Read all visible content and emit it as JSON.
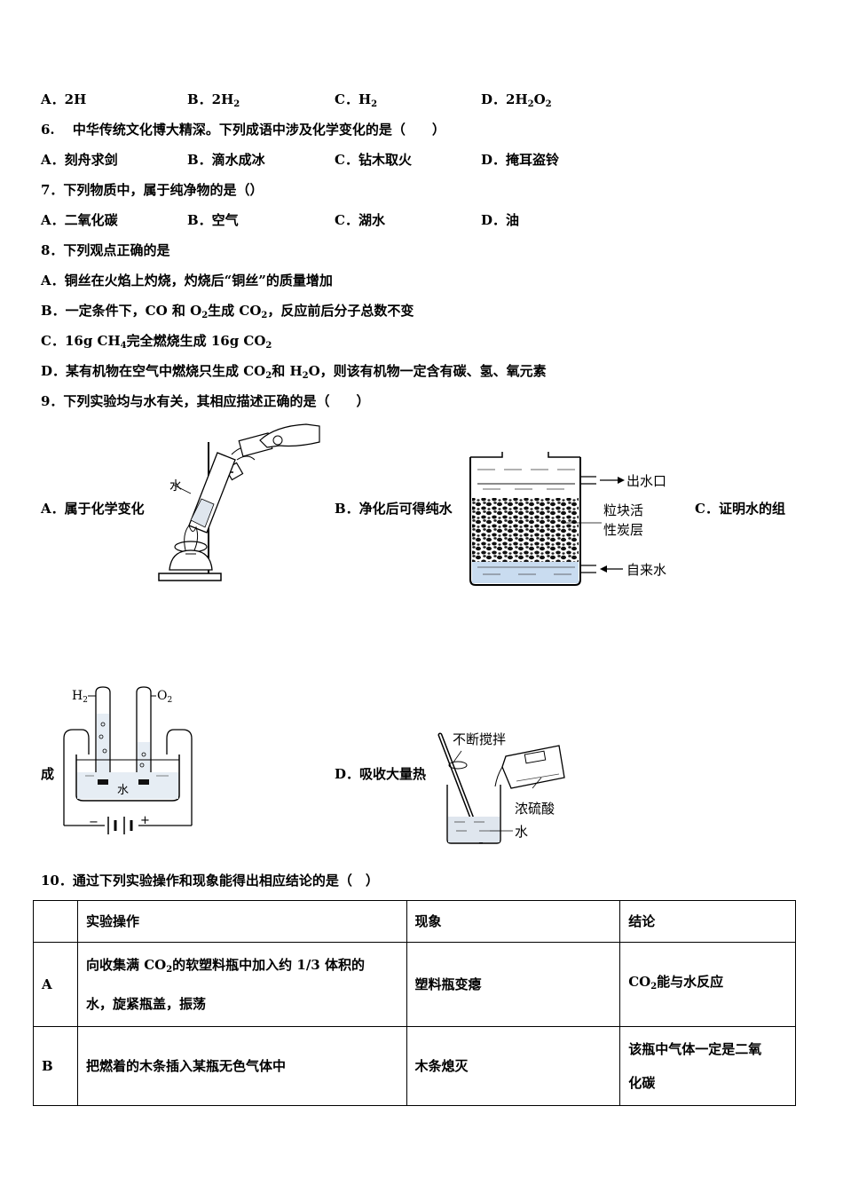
{
  "q5_options": {
    "a": "A．2H",
    "b_pre": "B．2H",
    "b_sub": "2",
    "c_pre": "C．H",
    "c_sub": "2",
    "d_pre": "D．2H",
    "d_sub1": "2",
    "d_mid": "O",
    "d_sub2": "2"
  },
  "q6": {
    "stem": "6.　 中华传统文化博大精深。下列成语中涉及化学变化的是（　　）",
    "a": "A．刻舟求剑",
    "b": "B．滴水成冰",
    "c": "C．钻木取火",
    "d": "D．掩耳盗铃"
  },
  "q7": {
    "stem": "7．下列物质中，属于纯净物的是（）",
    "a": "A．二氧化碳",
    "b": "B．空气",
    "c": "C．湖水",
    "d": "D．油"
  },
  "q8": {
    "stem": "8．下列观点正确的是",
    "a": "A．铜丝在火焰上灼烧，灼烧后“铜丝”的质量增加",
    "b_1": "B．一定条件下，CO 和 O",
    "b_s1": "2",
    "b_2": "生成 CO",
    "b_s2": "2",
    "b_3": "，反应前后分子总数不变",
    "c_1": "C．16g CH",
    "c_s1": "4",
    "c_2": "完全燃烧生成 16g CO",
    "c_s2": "2",
    "d_1": "D．某有机物在空气中燃烧只生成 CO",
    "d_s1": "2",
    "d_2": "和 H",
    "d_s2": "2",
    "d_3": "O，则该有机物一定含有碳、氢、氧元素"
  },
  "q9": {
    "stem": "9．下列实验均与水有关，其相应描述正确的是（　　）",
    "a": "A．属于化学变化",
    "b": "B．净化后可得纯水",
    "c": "C．证明水的组",
    "c_cont": "成",
    "d": "D．吸收大量热",
    "fig_a_water": "水",
    "fig_b_outlet": "出水口",
    "fig_b_carbon1": "粒块活",
    "fig_b_carbon2": "性炭层",
    "fig_b_inlet": "自来水",
    "fig_c_h2": "H",
    "fig_c_h2_sub": "2",
    "fig_c_o2": "O",
    "fig_c_o2_sub": "2",
    "fig_c_water": "水",
    "fig_c_minus": "−",
    "fig_c_plus": "+",
    "fig_d_stir": "不断搅拌",
    "fig_d_acid": "浓硫酸",
    "fig_d_water": "水"
  },
  "q10": {
    "stem": "10．通过下列实验操作和现象能得出相应结论的是（　）",
    "headers": [
      "",
      "实验操作",
      "现象",
      "结论"
    ],
    "rowA": {
      "key": "A",
      "op_1": "向收集满 CO",
      "op_sub": "2",
      "op_2": "的软塑料瓶中加入约 1/3 体积的",
      "op_3": "水，旋紧瓶盖，振荡",
      "phen": "塑料瓶变瘪",
      "concl_1": "CO",
      "concl_sub": "2",
      "concl_2": "能与水反应"
    },
    "rowB": {
      "key": "B",
      "op": "把燃着的木条插入某瓶无色气体中",
      "phen": "木条熄灭",
      "concl_1": "该瓶中气体一定是二氧",
      "concl_2": "化碳"
    }
  }
}
